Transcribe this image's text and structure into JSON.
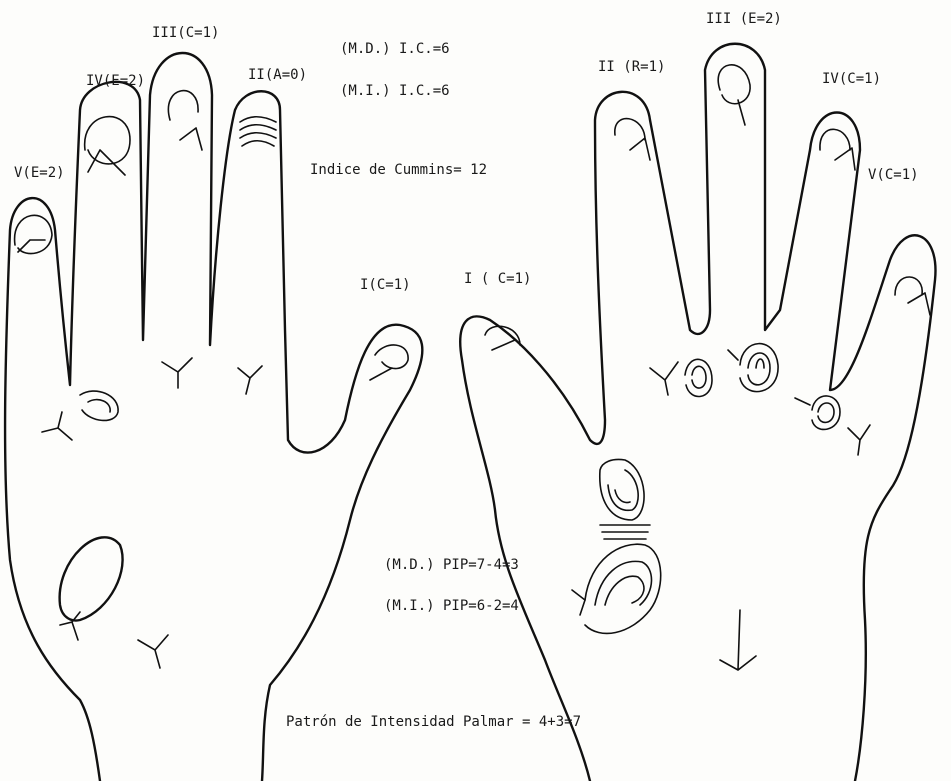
{
  "left_hand": {
    "finger_labels": {
      "thumb": "I(C=1)",
      "index": "II(A=0)",
      "middle": "III(C=1)",
      "ring": "IV(E=2)",
      "little": "V(E=2)"
    }
  },
  "right_hand": {
    "finger_labels": {
      "thumb": "I ( C=1)",
      "index": "II (R=1)",
      "middle": "III (E=2)",
      "ring": "IV(C=1)",
      "little": "V(C=1)"
    }
  },
  "indices": {
    "md_ic": "(M.D.)  I.C.=6",
    "mi_ic": "(M.I.)  I.C.=6",
    "cummins": "Indice de Cummins= 12",
    "md_pip": "(M.D.) PIP=7-4=3",
    "mi_pip": "(M.I.) PIP=6-2=4",
    "palmar": "Patrón de Intensidad Palmar = 4+3=7"
  }
}
